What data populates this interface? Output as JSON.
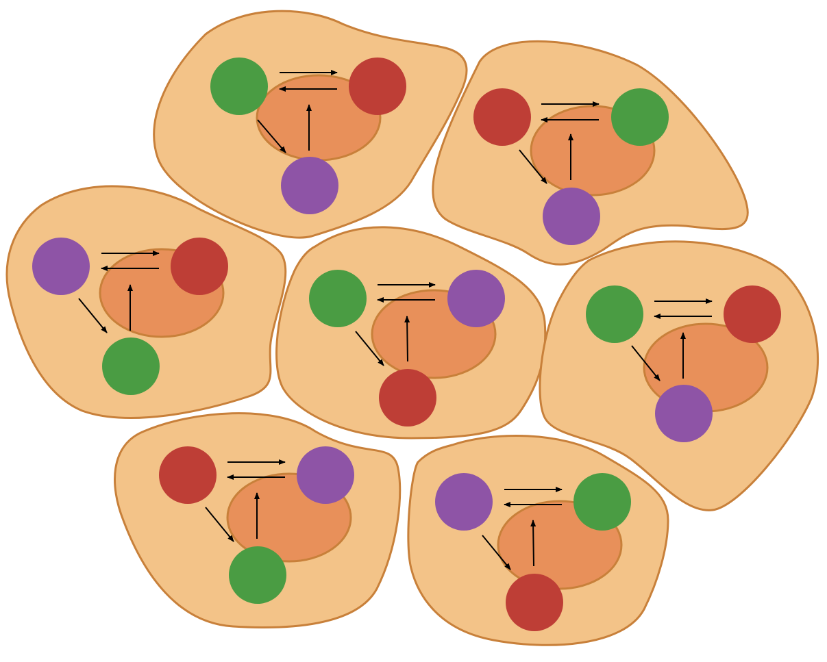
{
  "colors": {
    "cell_fill": "#F3C388",
    "cell_stroke": "#C8803A",
    "nucleus_fill": "#E8905A",
    "nucleus_stroke": "#C8803A",
    "green": "#4A9C43",
    "red": "#BE3E36",
    "purple": "#8E54A6",
    "arrow": "#000000"
  },
  "cells": [
    {
      "id": "cell-1",
      "particles": [
        "green",
        "red",
        "purple"
      ]
    },
    {
      "id": "cell-2",
      "particles": [
        "red",
        "green",
        "purple"
      ]
    },
    {
      "id": "cell-3",
      "particles": [
        "purple",
        "red",
        "green"
      ]
    },
    {
      "id": "cell-4",
      "particles": [
        "green",
        "purple",
        "red"
      ]
    },
    {
      "id": "cell-5",
      "particles": [
        "green",
        "red",
        "purple"
      ]
    },
    {
      "id": "cell-6",
      "particles": [
        "red",
        "purple",
        "green"
      ]
    },
    {
      "id": "cell-7",
      "particles": [
        "purple",
        "green",
        "red"
      ]
    }
  ]
}
